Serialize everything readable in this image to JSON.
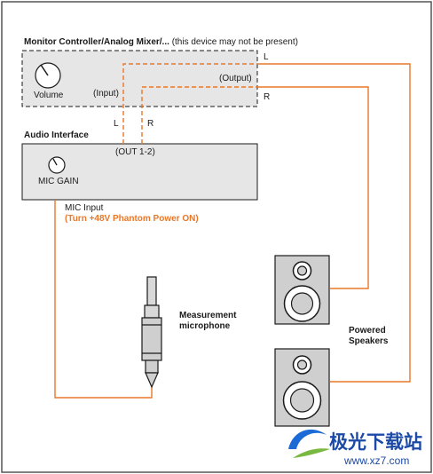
{
  "monitor_controller": {
    "title": "Monitor Controller/Analog Mixer/...",
    "note": "(this device may not be present)",
    "volume_label": "Volume",
    "input_label": "(Input)",
    "output_label": "(Output)",
    "out_left_label": "L",
    "out_right_label": "R"
  },
  "input_connectors": {
    "left_label": "L",
    "right_label": "R"
  },
  "audio_interface": {
    "title": "Audio Interface",
    "outputs_label": "(OUT 1-2)",
    "mic_gain_label": "MIC GAIN",
    "mic_input_label": "MIC Input",
    "phantom_note": "(Turn +48V Phantom Power ON)"
  },
  "microphone": {
    "label_line1": "Measurement",
    "label_line2": "microphone"
  },
  "speakers": {
    "label_line1": "Powered",
    "label_line2": "Speakers"
  },
  "watermark": {
    "brand": "极光下载站",
    "url": "www.xz7.com"
  },
  "colors": {
    "cable": "#e8782a",
    "device_fill": "#e6e6e6",
    "speaker_fill": "#cfcfcf",
    "outline": "#1a1a1a",
    "frame": "#555555",
    "watermark": "#1c4aa6"
  }
}
